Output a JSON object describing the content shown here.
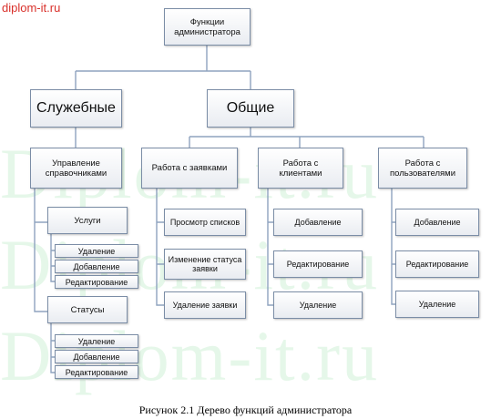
{
  "watermark": {
    "site": "diplom-it.ru",
    "big": "Diplom-it.ru"
  },
  "root": "Функции администратора",
  "level1": {
    "service": "Служебные",
    "general": "Общие"
  },
  "service": {
    "title": "Управление справочниками",
    "services": {
      "title": "Услуги",
      "items": [
        "Удаление",
        "Добавление",
        "Редактирование"
      ]
    },
    "statuses": {
      "title": "Статусы",
      "items": [
        "Удаление",
        "Добавление",
        "Редактирование"
      ]
    }
  },
  "general": {
    "requests": {
      "title": "Работа с заявками",
      "items": [
        "Просмотр списков",
        "Изменение статуса заявки",
        "Удаление заявки"
      ]
    },
    "clients": {
      "title": "Работа с клиентами",
      "items": [
        "Добавление",
        "Редактирование",
        "Удаление"
      ]
    },
    "users": {
      "title": "Работа с пользователями",
      "items": [
        "Добавление",
        "Редактирование",
        "Удаление"
      ]
    }
  },
  "caption": "Рисунок 2.1  Дерево функций администратора",
  "colors": {
    "line": "#8fa3bf",
    "border": "#7b8da6"
  }
}
